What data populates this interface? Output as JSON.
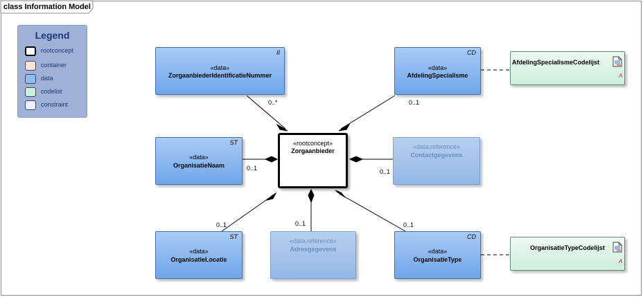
{
  "frame": {
    "title": "class Information Model"
  },
  "legend": {
    "title": "Legend",
    "items": [
      {
        "label": "rootconcept",
        "color": "#ffffff",
        "border": "#000000"
      },
      {
        "label": "container",
        "color": "#fbe2d5"
      },
      {
        "label": "data",
        "color": "#8fbcf0"
      },
      {
        "label": "codelist",
        "color": "#cdeedd"
      },
      {
        "label": "constraint",
        "color": "#eef0fb"
      }
    ]
  },
  "root": {
    "stereotype": "«rootconcept»",
    "name": "Zorgaanbieder"
  },
  "classes": {
    "identificatie": {
      "stereotype": "«data»",
      "name": "ZorgaanbiederIdentificatieNummer",
      "tag": "II"
    },
    "afdeling": {
      "stereotype": "«data»",
      "name": "AfdelingSpecialisme",
      "tag": "CD"
    },
    "naam": {
      "stereotype": "«data»",
      "name": "OrganisatieNaam",
      "tag": "ST"
    },
    "contact": {
      "stereotype": "«data,reference»",
      "name": "Contactgegevens"
    },
    "locatie": {
      "stereotype": "«data»",
      "name": "OrganisatieLocatie",
      "tag": "ST"
    },
    "adres": {
      "stereotype": "«data,reference»",
      "name": "Adresgegevens"
    },
    "type": {
      "stereotype": "«data»",
      "name": "OrganisatieType",
      "tag": "CD"
    }
  },
  "codelists": {
    "afdeling": {
      "name": "AfdelingSpecialismeCodelijst",
      "abstract_mark": "A"
    },
    "type": {
      "name": "OrganisatieTypeCodelijst",
      "abstract_mark": "A"
    }
  },
  "multiplicities": {
    "identificatie": "0..*",
    "afdeling": "0..1",
    "naam": "0..1",
    "contact": "0..1",
    "locatie": "0..1",
    "adres": "0..1",
    "type": "0..1"
  },
  "colors": {
    "data_fill_top": "#aacbf6",
    "data_fill_bottom": "#6ea6ea",
    "data_border": "#3f6fb5",
    "codelist_fill": "#cdeedd",
    "legend_bg": "#9fb1d6",
    "legend_text": "#1b3a78"
  }
}
